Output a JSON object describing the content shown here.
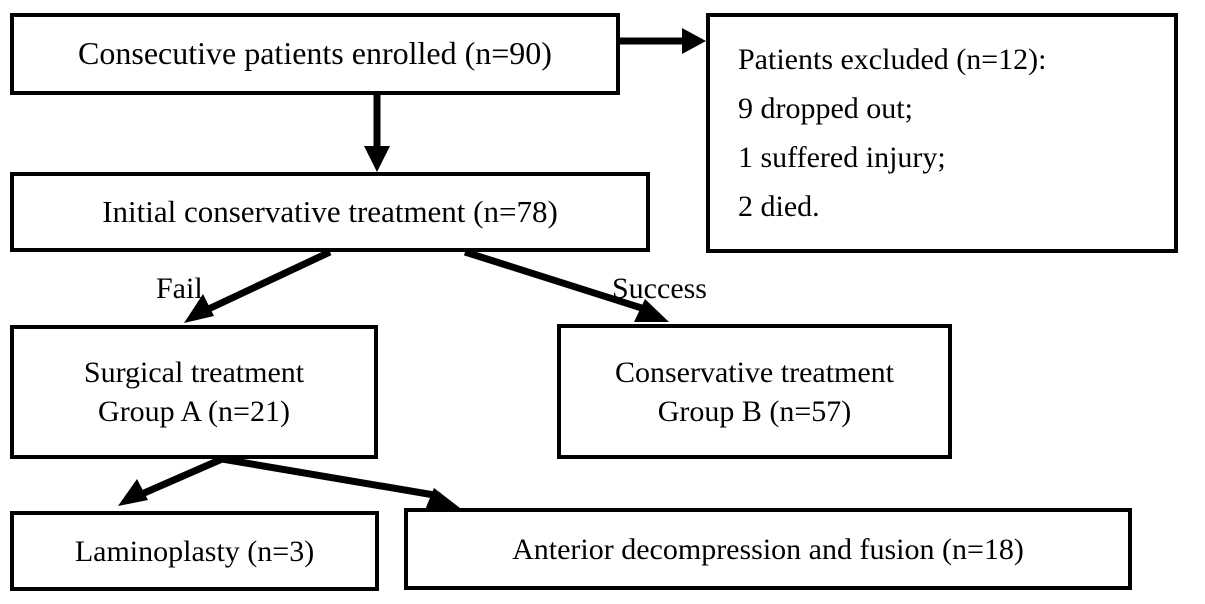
{
  "diagram": {
    "title": "Patient enrollment and treatment allocation flowchart",
    "colors": {
      "background": "#ffffff",
      "stroke": "#000000",
      "text": "#000000"
    },
    "nodes": {
      "enrolled": {
        "lines": [
          "Consecutive patients enrolled (n=90)"
        ]
      },
      "excluded": {
        "lines": [
          "Patients excluded (n=12):",
          "9 dropped out;",
          "1 suffered injury;",
          "2 died."
        ]
      },
      "initial": {
        "lines": [
          "Initial conservative treatment (n=78)"
        ]
      },
      "group_a": {
        "lines": [
          "Surgical treatment",
          "Group A (n=21)"
        ]
      },
      "group_b": {
        "lines": [
          "Conservative treatment",
          "Group B (n=57)"
        ]
      },
      "laminoplasty": {
        "lines": [
          "Laminoplasty (n=3)"
        ]
      },
      "anterior": {
        "lines": [
          "Anterior decompression and fusion (n=18)"
        ]
      }
    },
    "edge_labels": {
      "fail": "Fail",
      "success": "Success"
    },
    "counts": {
      "enrolled": 90,
      "excluded": 12,
      "dropped_out": 9,
      "suffered_injury": 1,
      "died": 2,
      "initial_conservative": 78,
      "group_a_surgical": 21,
      "group_b_conservative": 57,
      "laminoplasty": 3,
      "anterior_decompression_fusion": 18
    }
  }
}
